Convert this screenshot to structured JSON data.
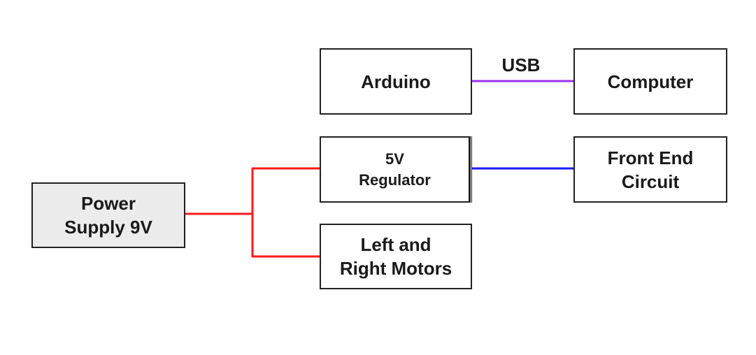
{
  "colors": {
    "power_wire": "#ff1a1a",
    "usb_wire": "#9933ff",
    "signal_wire": "#1a1aff",
    "block_border": "#222222",
    "power_block_fill": "#ececec"
  },
  "blocks": {
    "arduino": {
      "lines": [
        "Arduino"
      ]
    },
    "computer": {
      "lines": [
        "Computer"
      ]
    },
    "regulator": {
      "lines": [
        "5V",
        "Regulator"
      ]
    },
    "frontend": {
      "lines": [
        "Front End",
        "Circuit"
      ]
    },
    "motors": {
      "lines": [
        "Left and",
        "Right Motors"
      ]
    },
    "power": {
      "lines": [
        "Power",
        "Supply 9V"
      ]
    }
  },
  "connections": {
    "usb_label": "USB"
  }
}
